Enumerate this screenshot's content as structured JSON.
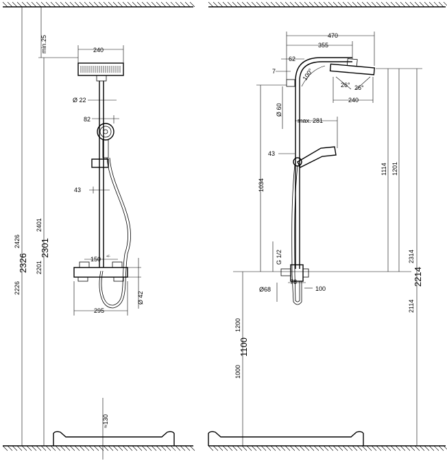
{
  "left_view": {
    "labels": {
      "min25": "min.25",
      "head_width": "240",
      "dia22": "Ø 22",
      "dim82": "82",
      "dim43": "43",
      "dim150": "150",
      "dim150_sup": "+/-",
      "dia42": "Ø 42",
      "dim295": "295",
      "approx130": "≈130",
      "h2226": "2226",
      "h2326": "2326",
      "h2426": "2426",
      "h2201": "2201",
      "h2301": "2301",
      "h2401": "2401"
    }
  },
  "right_view": {
    "labels": {
      "dim470": "470",
      "dim355": "355",
      "dim62": "62",
      "dim7": "7",
      "angle100": "100°",
      "angle26a": "26°",
      "angle26b": "26°",
      "head240": "240",
      "dia60": "Ø 60",
      "max281": "max. 281",
      "dim43": "43",
      "dim1034": "1034",
      "g12": "G 1/2",
      "dia68": "Ø68",
      "dim78": "78",
      "dim100": "100",
      "h1000": "1000",
      "h1100": "1100",
      "h1200": "1200",
      "h1114": "1114",
      "h1201": "1201",
      "h2114": "2114",
      "h2214": "2214",
      "h2314": "2314"
    }
  }
}
